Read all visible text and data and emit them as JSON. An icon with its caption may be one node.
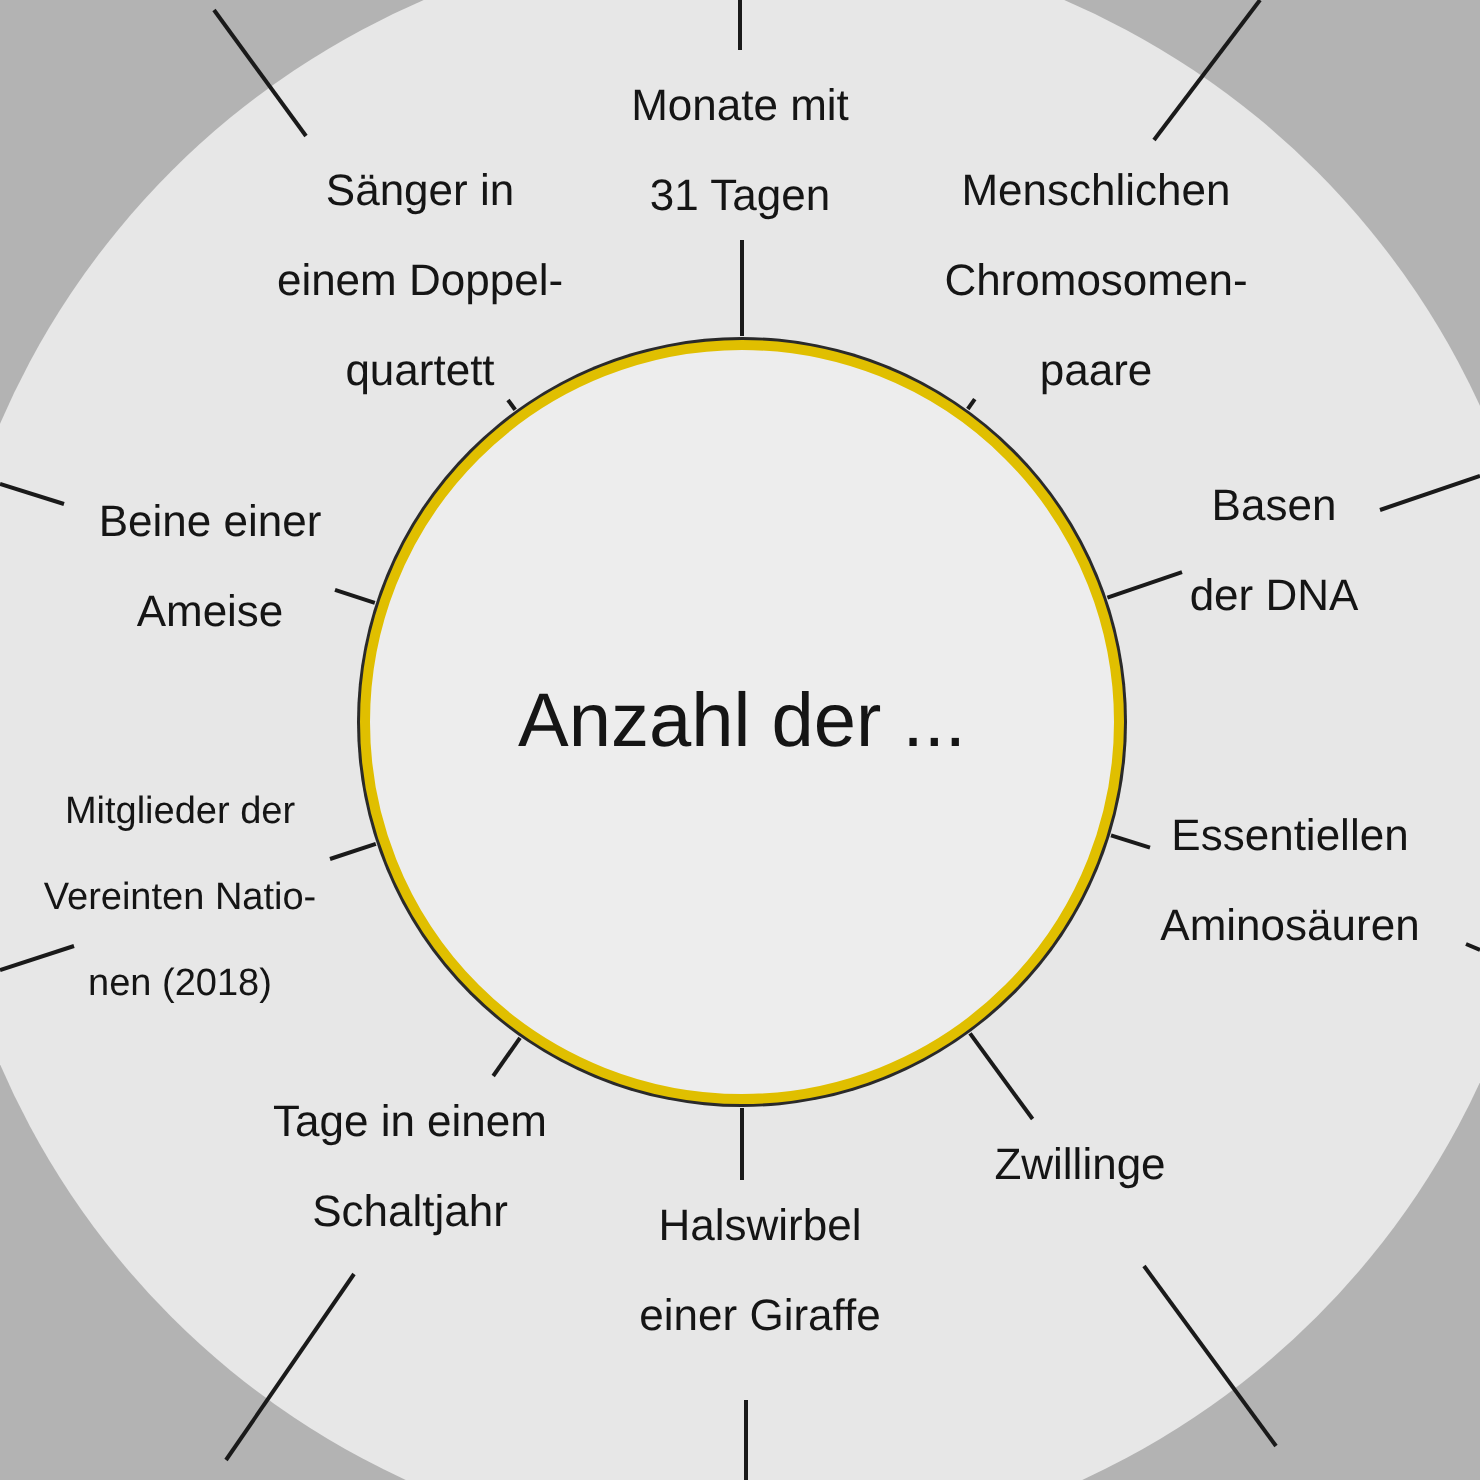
{
  "diagram": {
    "nodes": [
      {
        "text": [
          "Anzahl der ..."
        ]
      },
      {
        "text": [
          "Monate mit 31 Tagen"
        ]
      },
      {
        "text": [
          "Menschlichen Chromosomen- paare"
        ]
      },
      {
        "text": [
          "Basen der DNA"
        ]
      },
      {
        "text": [
          "Essentiellen Aminosäuren"
        ]
      },
      {
        "text": [
          "Zwillinge"
        ]
      },
      {
        "text": [
          "Halswirbel einer Giraffe"
        ]
      },
      {
        "text": [
          "Tage in einem Schaltjahr"
        ]
      },
      {
        "text": [
          "Mitglieder der Vereinten Natio- nen (2018)"
        ]
      },
      {
        "text": [
          "Beine einer Ameise"
        ]
      },
      {
        "text": [
          "Sänger in einem Doppel- quartett"
        ]
      }
    ],
    "edges": [
      {
        "from": 0,
        "to": 1,
        "arrow": "none"
      },
      {
        "from": 0,
        "to": 2,
        "arrow": "none"
      },
      {
        "from": 0,
        "to": 3,
        "arrow": "none"
      },
      {
        "from": 0,
        "to": 4,
        "arrow": "none"
      },
      {
        "from": 0,
        "to": 5,
        "arrow": "none"
      },
      {
        "from": 0,
        "to": 6,
        "arrow": "none"
      },
      {
        "from": 0,
        "to": 7,
        "arrow": "none"
      },
      {
        "from": 0,
        "to": 8,
        "arrow": "none"
      },
      {
        "from": 0,
        "to": 9,
        "arrow": "none"
      },
      {
        "from": 0,
        "to": 10,
        "arrow": "none"
      }
    ]
  }
}
